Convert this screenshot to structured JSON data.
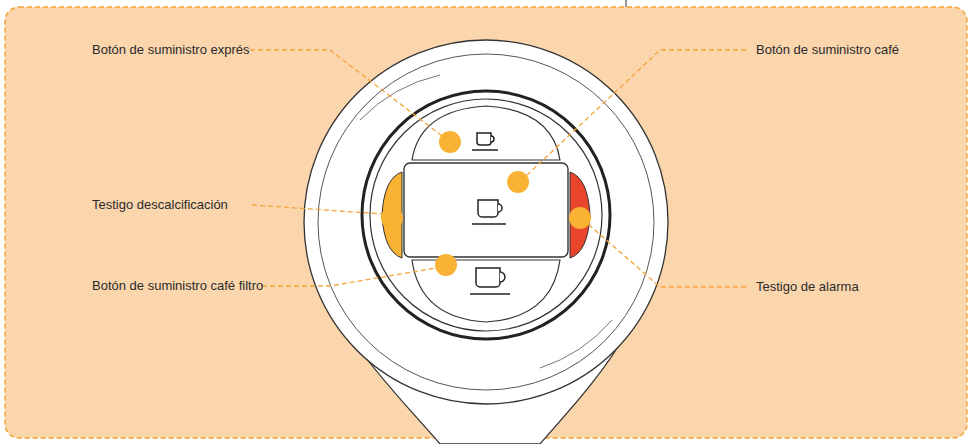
{
  "diagram": {
    "labels": [
      "Botón de suministro exprés",
      "Testigo descalcificación",
      "Botón de suministro café filtro",
      "Botón de suministro café",
      "Testigo de alarma"
    ]
  }
}
